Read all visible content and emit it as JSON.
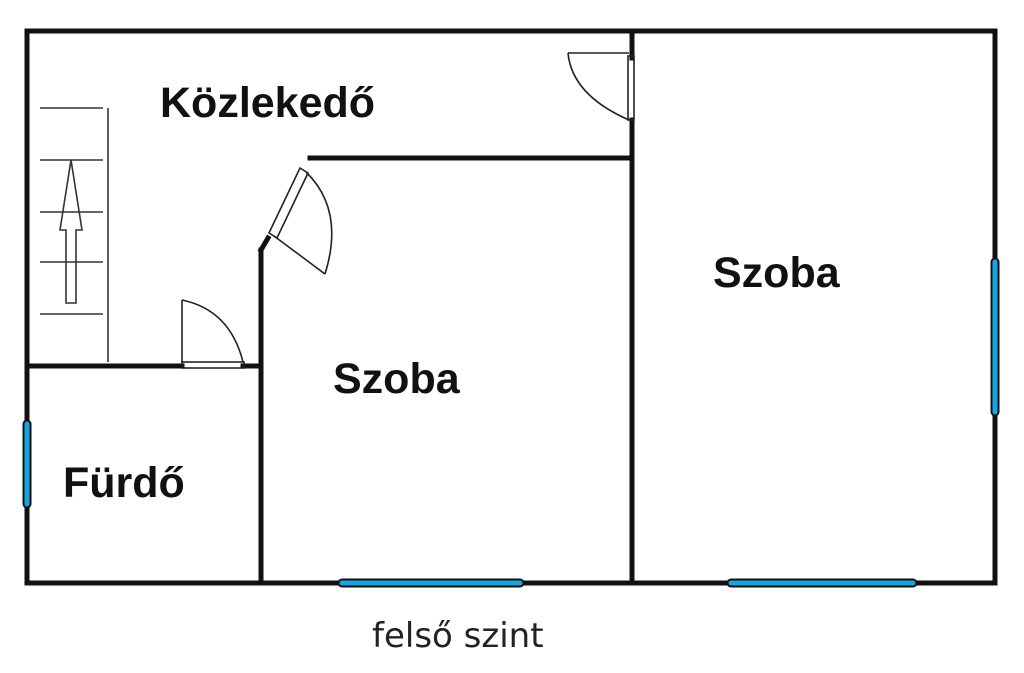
{
  "plan": {
    "rooms": [
      {
        "id": "corridor",
        "label": "Közlekedő"
      },
      {
        "id": "room-middle",
        "label": "Szoba"
      },
      {
        "id": "room-right",
        "label": "Szoba"
      },
      {
        "id": "bathroom",
        "label": "Fürdő"
      }
    ],
    "caption": "felső szint",
    "colors": {
      "wall": "#111111",
      "window": "#1aa3e0",
      "background": "#ffffff"
    }
  }
}
